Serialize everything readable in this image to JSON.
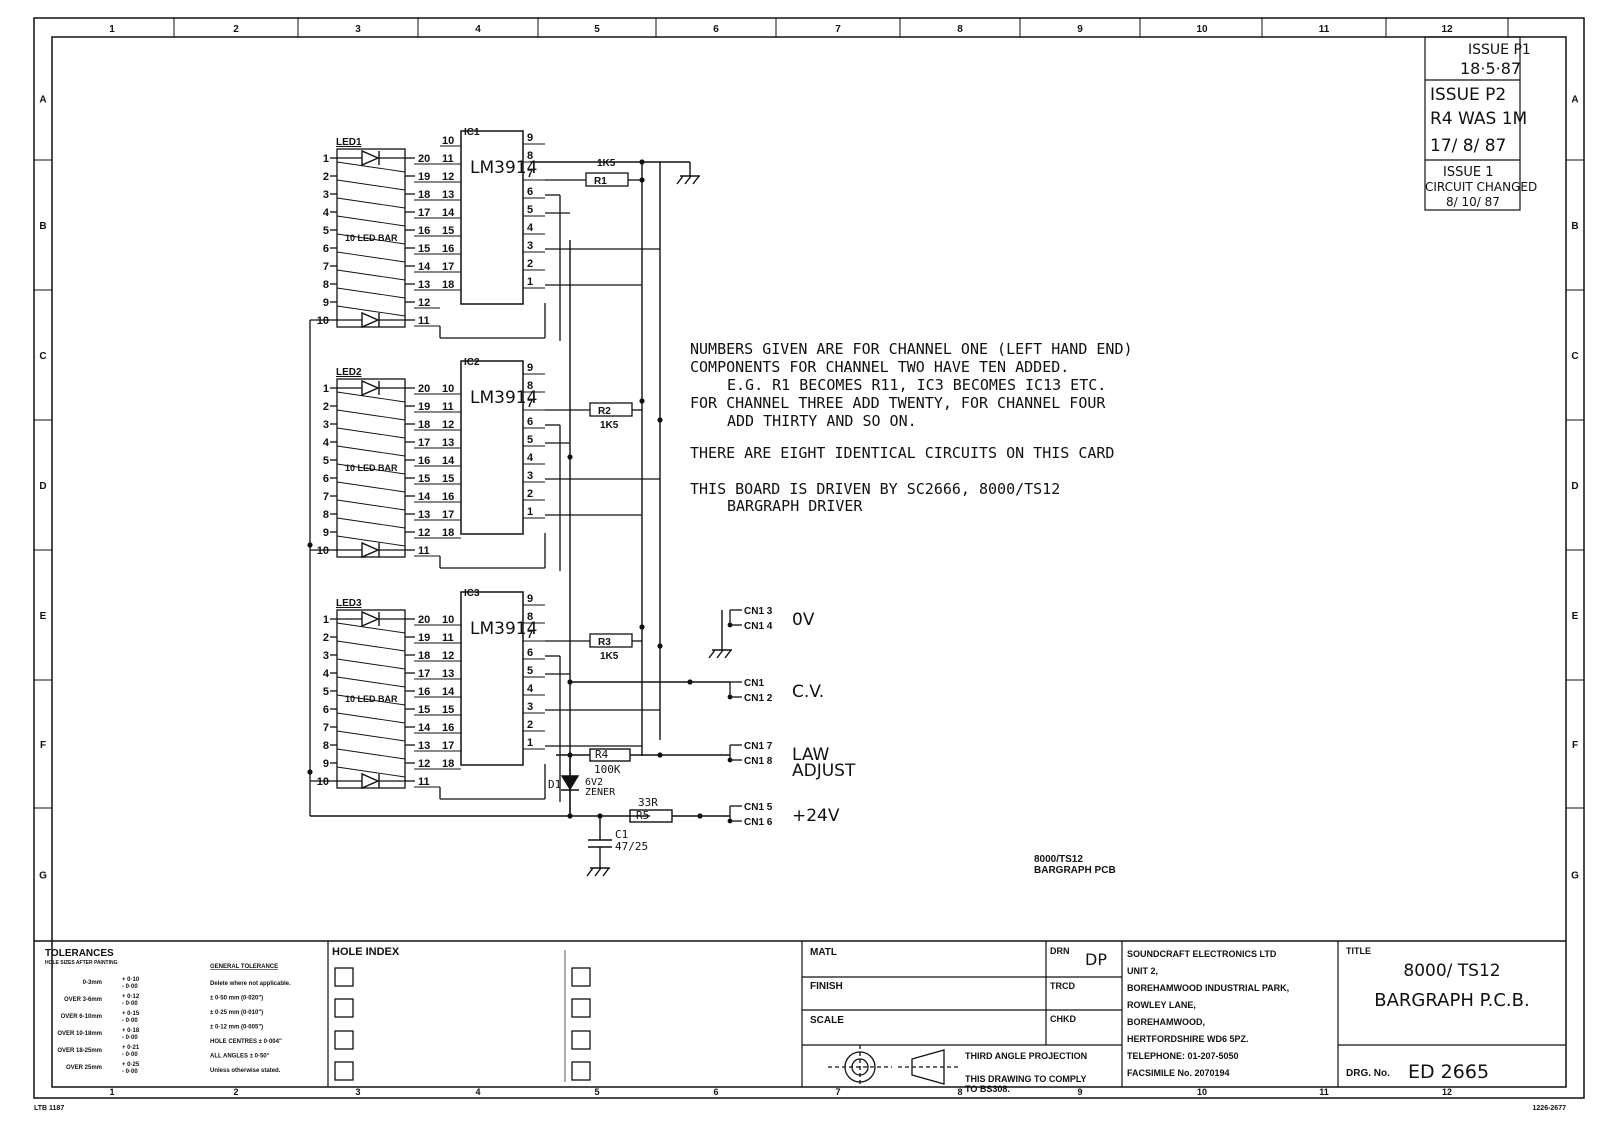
{
  "grid": {
    "columns": [
      "1",
      "2",
      "3",
      "4",
      "5",
      "6",
      "7",
      "8",
      "9",
      "10",
      "11",
      "12"
    ],
    "rows": [
      "A",
      "B",
      "C",
      "D",
      "E",
      "F",
      "G"
    ]
  },
  "revisions": [
    {
      "lines": [
        "ISSUE P1",
        "18·5·87"
      ]
    },
    {
      "lines": [
        "ISSUE P2",
        "R4 WAS 1M",
        "17/ 8/ 87"
      ]
    },
    {
      "lines": [
        "ISSUE 1",
        "CIRCUIT CHANGED",
        "8/ 10/ 87"
      ]
    }
  ],
  "ics": [
    {
      "ref": "IC1",
      "led": "LED1",
      "part": "LM3914",
      "bar_label": "10 LED BAR",
      "resistor": "R1",
      "resistor_value": "1K5",
      "led_pins": [
        "1",
        "2",
        "3",
        "4",
        "5",
        "6",
        "7",
        "8",
        "9",
        "10"
      ],
      "left_a": [
        "20",
        "19",
        "18",
        "17",
        "16",
        "15",
        "14",
        "13",
        "12",
        "11"
      ],
      "left_b": [
        "10",
        "11",
        "12",
        "13",
        "14",
        "15",
        "16",
        "17",
        "18"
      ],
      "right": [
        "9",
        "8",
        "7",
        "6",
        "5",
        "4",
        "3",
        "2",
        "1"
      ]
    },
    {
      "ref": "IC2",
      "led": "LED2",
      "part": "LM3914",
      "bar_label": "10 LED BAR",
      "resistor": "R2",
      "resistor_value": "1K5",
      "led_pins": [
        "1",
        "2",
        "3",
        "4",
        "5",
        "6",
        "7",
        "8",
        "9",
        "10"
      ],
      "left_a": [
        "20",
        "19",
        "18",
        "17",
        "16",
        "15",
        "14",
        "13",
        "12",
        "11"
      ],
      "left_b": [
        "10",
        "11",
        "12",
        "13",
        "14",
        "15",
        "16",
        "17",
        "18"
      ],
      "right": [
        "9",
        "8",
        "7",
        "6",
        "5",
        "4",
        "3",
        "2",
        "1"
      ]
    },
    {
      "ref": "IC3",
      "led": "LED3",
      "part": "LM3914",
      "bar_label": "10 LED BAR",
      "resistor": "R3",
      "resistor_value": "1K5",
      "led_pins": [
        "1",
        "2",
        "3",
        "4",
        "5",
        "6",
        "7",
        "8",
        "9",
        "10"
      ],
      "left_a": [
        "20",
        "19",
        "18",
        "17",
        "16",
        "15",
        "14",
        "13",
        "12",
        "11"
      ],
      "left_b": [
        "10",
        "11",
        "12",
        "13",
        "14",
        "15",
        "16",
        "17",
        "18"
      ],
      "right": [
        "9",
        "8",
        "7",
        "6",
        "5",
        "4",
        "3",
        "2",
        "1"
      ]
    }
  ],
  "components": {
    "r4": "R4",
    "r4_value": "100K",
    "d1": "D1",
    "d1_value_a": "6V2",
    "d1_value_b": "ZENER",
    "r5": "R5",
    "r5_value": "33R",
    "c1": "C1",
    "c1_value": "47/25"
  },
  "connectors": [
    {
      "pins": [
        "CN1 3",
        "CN1 4"
      ],
      "label": "0V"
    },
    {
      "pins": [
        "CN1",
        "CN1 2"
      ],
      "label": "C.V."
    },
    {
      "pins": [
        "CN1 7",
        "CN1 8"
      ],
      "label": "LAW",
      "label2": "ADJUST"
    },
    {
      "pins": [
        "CN1 5",
        "CN1 6"
      ],
      "label": "+24V"
    }
  ],
  "notes": [
    "NUMBERS GIVEN ARE FOR CHANNEL ONE (LEFT HAND END)",
    "COMPONENTS FOR CHANNEL TWO HAVE TEN ADDED.",
    "E.G. R1 BECOMES R11, IC3 BECOMES IC13 ETC.",
    "FOR CHANNEL THREE ADD TWENTY, FOR CHANNEL FOUR",
    "ADD THIRTY AND SO ON.",
    "THERE ARE EIGHT IDENTICAL CIRCUITS ON THIS CARD",
    "THIS BOARD IS DRIVEN BY SC2666,  8000/TS12",
    "BARGRAPH DRIVER"
  ],
  "board_label": [
    "8000/TS12",
    "BARGRAPH PCB"
  ],
  "title_block": {
    "tolerances_title": "TOLERANCES",
    "tolerances_sub": "HOLE SIZES AFTER PAINTING",
    "tolerance_rows": [
      {
        "range": "0-3mm",
        "plus": "+ 0·10",
        "minus": "- 0·00"
      },
      {
        "range": "OVER 3-6mm",
        "plus": "+ 0·12",
        "minus": "- 0·00"
      },
      {
        "range": "OVER 6-10mm",
        "plus": "+ 0·15",
        "minus": "- 0·00"
      },
      {
        "range": "OVER 10-18mm",
        "plus": "+ 0·18",
        "minus": "- 0·00"
      },
      {
        "range": "OVER 18-25mm",
        "plus": "+ 0·21",
        "minus": "- 0·00"
      },
      {
        "range": "OVER 25mm",
        "plus": "+ 0·25",
        "minus": "- 0·00"
      }
    ],
    "general_tolerance_title": "GENERAL TOLERANCE",
    "general_tolerance_rows": [
      "Delete where not applicable.",
      "± 0·50 mm  (0·020\")",
      "± 0·25 mm  (0·010\")",
      "± 0·12 mm  (0·005\")",
      "HOLE CENTRES ± 0·004\"",
      "ALL ANGLES ± 0·50°",
      "Unless otherwise stated."
    ],
    "hole_index": "HOLE INDEX",
    "matl": "MATL",
    "finish": "FINISH",
    "scale": "SCALE",
    "drn": "DRN",
    "drn_value": "DP",
    "trcd": "TRCD",
    "chkd": "CHKD",
    "projection_title": "THIRD ANGLE PROJECTION",
    "projection_note": [
      "THIS DRAWING TO COMPLY",
      "TO BS308."
    ],
    "company": [
      "SOUNDCRAFT ELECTRONICS LTD",
      "UNIT 2,",
      "BOREHAMWOOD INDUSTRIAL PARK,",
      "ROWLEY LANE,",
      "BOREHAMWOOD,",
      "HERTFORDSHIRE WD6 5PZ.",
      "TELEPHONE: 01-207-5050",
      "FACSIMILE No. 2070194"
    ],
    "title_label": "TITLE",
    "title": [
      "8000/ TS12",
      "BARGRAPH P.C.B."
    ],
    "drg_label": "DRG. No.",
    "drg_no": "ED 2665",
    "ltb": "LTB 1187",
    "stock": "1226-2677"
  }
}
